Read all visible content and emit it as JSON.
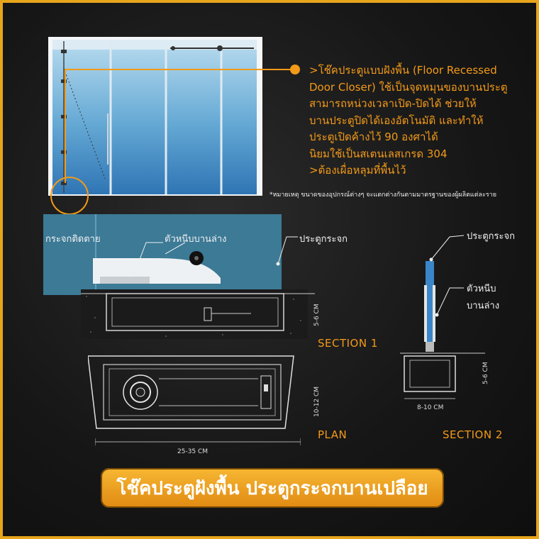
{
  "callout": {
    "lines": [
      ">โช๊คประตูแบบฝังพื้น (Floor Recessed",
      "Door Closer) ใช้เป็นจุดหมุนของบานประตู",
      "สามารถหน่วงเวลาเปิด-ปิดได้ ช่วยให้",
      "บานประตูปิดได้เองอัตโนมัติ และทำให้",
      "ประตูเปิดค้างไว้ 90 องศาได้",
      "นิยมใช้เป็นสเตนเลสเกรด 304",
      ">ต้องเผื่อหลุมที่พื้นไว้"
    ]
  },
  "note": "*หมายเหตุ ขนาดของอุปกรณ์ต่างๆ จะแตกต่างกันตามมาตรฐานของผู้ผลิตแต่ละราย",
  "labels": {
    "fixed_glass": "กระจกติดตาย",
    "bottom_clamp": "ตัวหนีบบานล่าง",
    "glass_door_1": "ประตูกระจก",
    "glass_door_2": "ประตูกระจก",
    "clamp_line1": "ตัวหนีบ",
    "clamp_line2": "บานล่าง"
  },
  "sections": {
    "section1": "SECTION 1",
    "plan": "PLAN",
    "section2": "SECTION 2"
  },
  "dims": {
    "depth1": "5-6 CM",
    "width_plan": "10-12 CM",
    "length_plan": "25-35 CM",
    "width_sec2": "8-10 CM",
    "depth2": "5-6 CM"
  },
  "banner": "โช๊คประตูฝังพื้น ประตูกระจกบานเปลือย",
  "colors": {
    "accent": "#f39a18",
    "border": "#e7a51c",
    "glass": "#4a8ab0"
  }
}
